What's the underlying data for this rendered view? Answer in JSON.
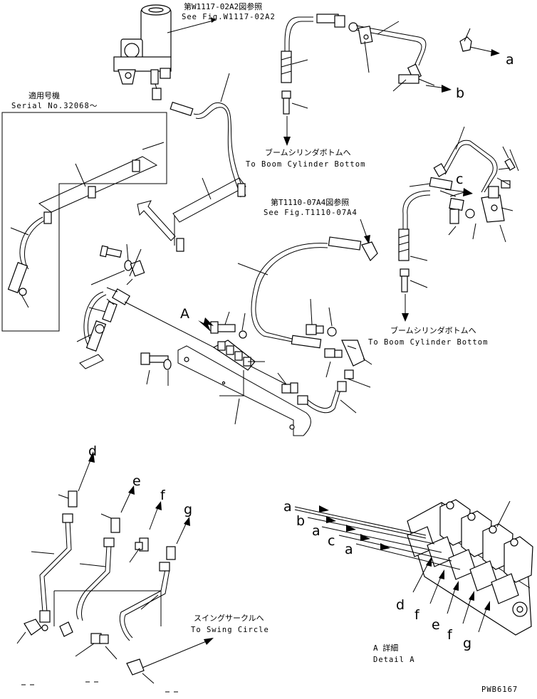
{
  "refs": {
    "top_jp": "第W1117-02A2図参照",
    "top_en": "See Fig.W1117-02A2",
    "mid_jp": "第T1110-07A4図参照",
    "mid_en": "See Fig.T1110-07A4"
  },
  "serial": {
    "jp": "適用号機",
    "en": "Serial No.32068～"
  },
  "destinations": {
    "boom1_jp": "ブームシリンダボトムへ",
    "boom1_en": "To Boom Cylinder Bottom",
    "boom2_jp": "ブームシリンダボトムへ",
    "boom2_en": "To Boom Cylinder Bottom",
    "swing_jp": "スイングサークルへ",
    "swing_en": "To Swing Circle"
  },
  "letters": {
    "a1": "a",
    "b1": "b",
    "c1": "c",
    "A": "A",
    "d": "d",
    "e": "e",
    "f": "f",
    "g": "g",
    "da": "a",
    "db": "b",
    "da2": "a",
    "dc": "c",
    "da3": "a",
    "dd": "d",
    "df": "f",
    "de": "e",
    "df2": "f",
    "dg": "g"
  },
  "detail": {
    "jp": "A 詳細",
    "en": "Detail A"
  },
  "drawing_no": "PWB6167"
}
